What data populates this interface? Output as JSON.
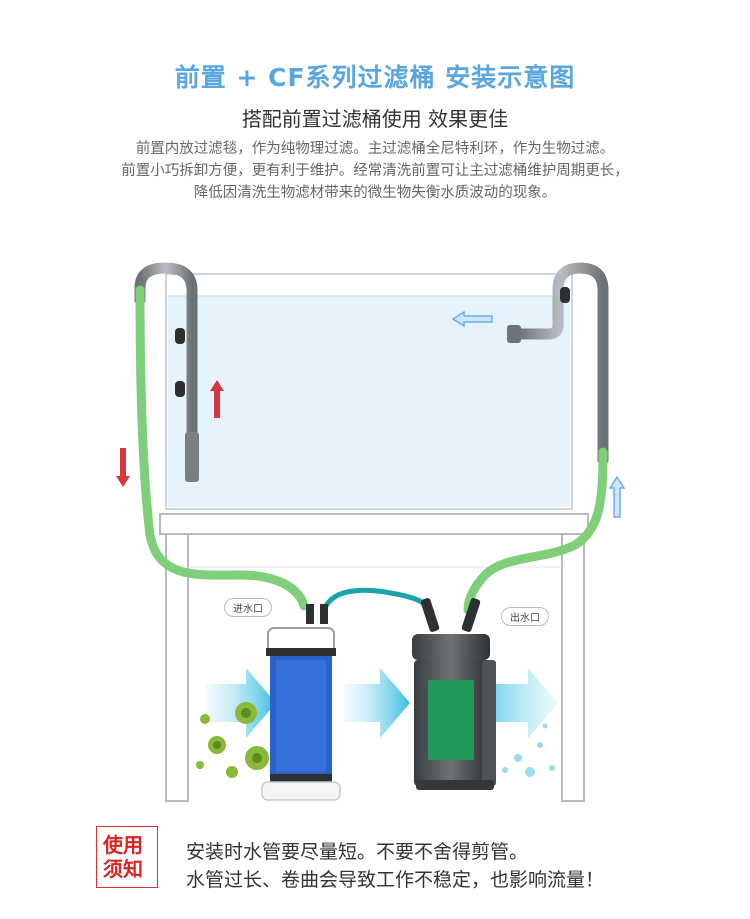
{
  "header": {
    "title": "前置 + CF系列过滤桶 安装示意图",
    "subtitle": "搭配前置过滤桶使用 效果更佳",
    "description": [
      "前置内放过滤毯，作为纯物理过滤。主过滤桶全尼特利环，作为生物过滤。",
      "前置小巧拆卸方便，更有利于维护。经常清洗前置可让主过滤桶维护周期更长，",
      "降低因清洗生物滤材带来的微生物失衡水质波动的现象。"
    ]
  },
  "diagram": {
    "inlet_label": "进水口",
    "outlet_label": "出水口",
    "colors": {
      "hose_green": "#7fcf7a",
      "pipe_gray": "#8a8f94",
      "water": "#e6f3fb",
      "arrow_red": "#d9363e",
      "arrow_blue": "#6aaef0",
      "flow_cyan": "#4cc3e0",
      "filter_media_blue": "#2a62c9",
      "bio_media_green": "#1f9a5a"
    }
  },
  "notice": {
    "badge_line1": "使用",
    "badge_line2": "须知",
    "line1": "安装时水管要尽量短。不要不舍得剪管。",
    "line2": "水管过长、卷曲会导致工作不稳定，也影响流量！"
  }
}
